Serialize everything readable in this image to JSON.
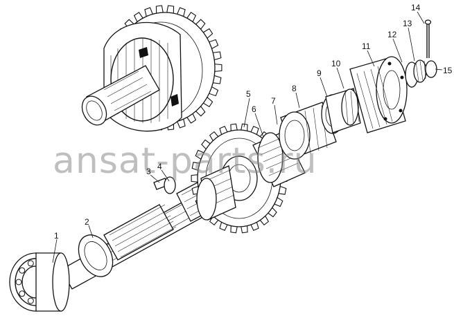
{
  "diagram": {
    "callouts": [
      {
        "id": "c1",
        "text": "1"
      },
      {
        "id": "c2",
        "text": "2"
      },
      {
        "id": "c3",
        "text": "3"
      },
      {
        "id": "c4",
        "text": "4"
      },
      {
        "id": "c5",
        "text": "5"
      },
      {
        "id": "c6",
        "text": "6"
      },
      {
        "id": "c7",
        "text": "7"
      },
      {
        "id": "c8",
        "text": "8"
      },
      {
        "id": "c9",
        "text": "9"
      },
      {
        "id": "c10",
        "text": "10"
      },
      {
        "id": "c11",
        "text": "11"
      },
      {
        "id": "c12",
        "text": "12"
      },
      {
        "id": "c13",
        "text": "13"
      },
      {
        "id": "c14",
        "text": "14"
      },
      {
        "id": "c15",
        "text": "15"
      }
    ],
    "watermark": "ansat-parts.ru"
  }
}
